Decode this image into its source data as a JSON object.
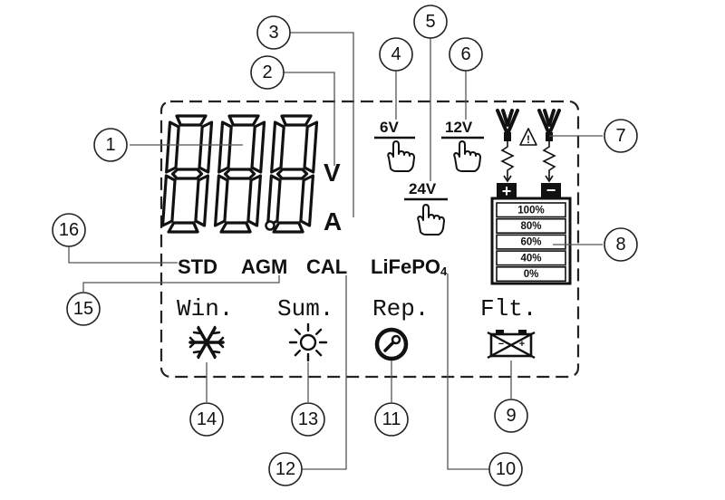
{
  "display": {
    "digits": [
      "8",
      "8",
      "8"
    ],
    "unit_volt": "V",
    "unit_amp": "A"
  },
  "voltage_options": {
    "v6": "6V",
    "v12": "12V",
    "v24": "24V"
  },
  "battery_types": {
    "std": "STD",
    "agm": "AGM",
    "cal": "CAL",
    "lifepo_main": "LiFePO",
    "lifepo_sub": "4"
  },
  "modes": {
    "win": "Win.",
    "sum": "Sum.",
    "rep": "Rep.",
    "flt": "Flt."
  },
  "battery_levels": [
    "100%",
    "80%",
    "60%",
    "40%",
    "0%"
  ],
  "battery_terminals": {
    "plus": "+",
    "minus": "−"
  },
  "warning_symbol": "!",
  "callouts": [
    "1",
    "2",
    "3",
    "4",
    "5",
    "6",
    "7",
    "8",
    "9",
    "10",
    "11",
    "12",
    "13",
    "14",
    "15",
    "16"
  ],
  "icons": {
    "clamps": "clamp-icon",
    "warning": "warning-triangle-icon",
    "hand": "hand-pointer-icon",
    "snowflake": "snowflake-icon",
    "sun": "sun-icon",
    "wrench": "wrench-circle-icon",
    "float": "battery-float-icon"
  },
  "colors": {
    "ink": "#111111",
    "leader": "#555555",
    "background": "#ffffff"
  }
}
